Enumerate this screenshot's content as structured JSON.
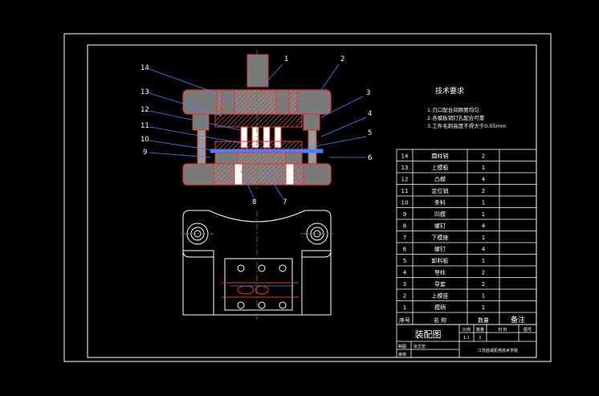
{
  "tech_requirements": {
    "title": "技术要求",
    "items": [
      "1.刃口配合间隙要均匀",
      "2.各模板销钉孔配合可靠",
      "3.工件毛刺高度不得大于0.05mm"
    ]
  },
  "callouts": [
    "1",
    "2",
    "3",
    "4",
    "5",
    "6",
    "7",
    "8",
    "9",
    "10",
    "11",
    "12",
    "13",
    "14"
  ],
  "bom": {
    "rows": [
      {
        "no": "14",
        "name": "圆柱销",
        "qty": "2",
        "note": ""
      },
      {
        "no": "13",
        "name": "上模板",
        "qty": "1",
        "note": ""
      },
      {
        "no": "12",
        "name": "凸模",
        "qty": "4",
        "note": ""
      },
      {
        "no": "11",
        "name": "定位销",
        "qty": "2",
        "note": ""
      },
      {
        "no": "10",
        "name": "条料",
        "qty": "1",
        "note": ""
      },
      {
        "no": "9",
        "name": "凹模",
        "qty": "1",
        "note": ""
      },
      {
        "no": "8",
        "name": "螺钉",
        "qty": "4",
        "note": ""
      },
      {
        "no": "7",
        "name": "下模座",
        "qty": "1",
        "note": ""
      },
      {
        "no": "6",
        "name": "螺钉",
        "qty": "4",
        "note": ""
      },
      {
        "no": "5",
        "name": "卸料板",
        "qty": "1",
        "note": ""
      },
      {
        "no": "4",
        "name": "导柱",
        "qty": "2",
        "note": ""
      },
      {
        "no": "3",
        "name": "导套",
        "qty": "2",
        "note": ""
      },
      {
        "no": "2",
        "name": "上模座",
        "qty": "1",
        "note": ""
      },
      {
        "no": "1",
        "name": "模柄",
        "qty": "1",
        "note": ""
      }
    ],
    "header": {
      "no": "序号",
      "name": "名 称",
      "qty": "数量",
      "note": "备注"
    }
  },
  "title_block": {
    "drawing_title": "装配图",
    "col_labels": [
      "比例",
      "数量",
      "材 料",
      "图号"
    ],
    "scale_value": "1:1",
    "qty_value": "1",
    "drawn_label": "制图",
    "drawn_name": "张文宏",
    "checked_label": "审核",
    "school": "江苏盐城机电技术学院"
  },
  "colors": {
    "background": "#000000",
    "frame": "#ffffff",
    "part_red": "#e23b2e",
    "hatch": "#ff8a8a",
    "section_grey": "#7a7a7a",
    "leader_blue": "#4f7fff",
    "green": "#2aa63a",
    "yellow_text": "#f5f08a"
  }
}
